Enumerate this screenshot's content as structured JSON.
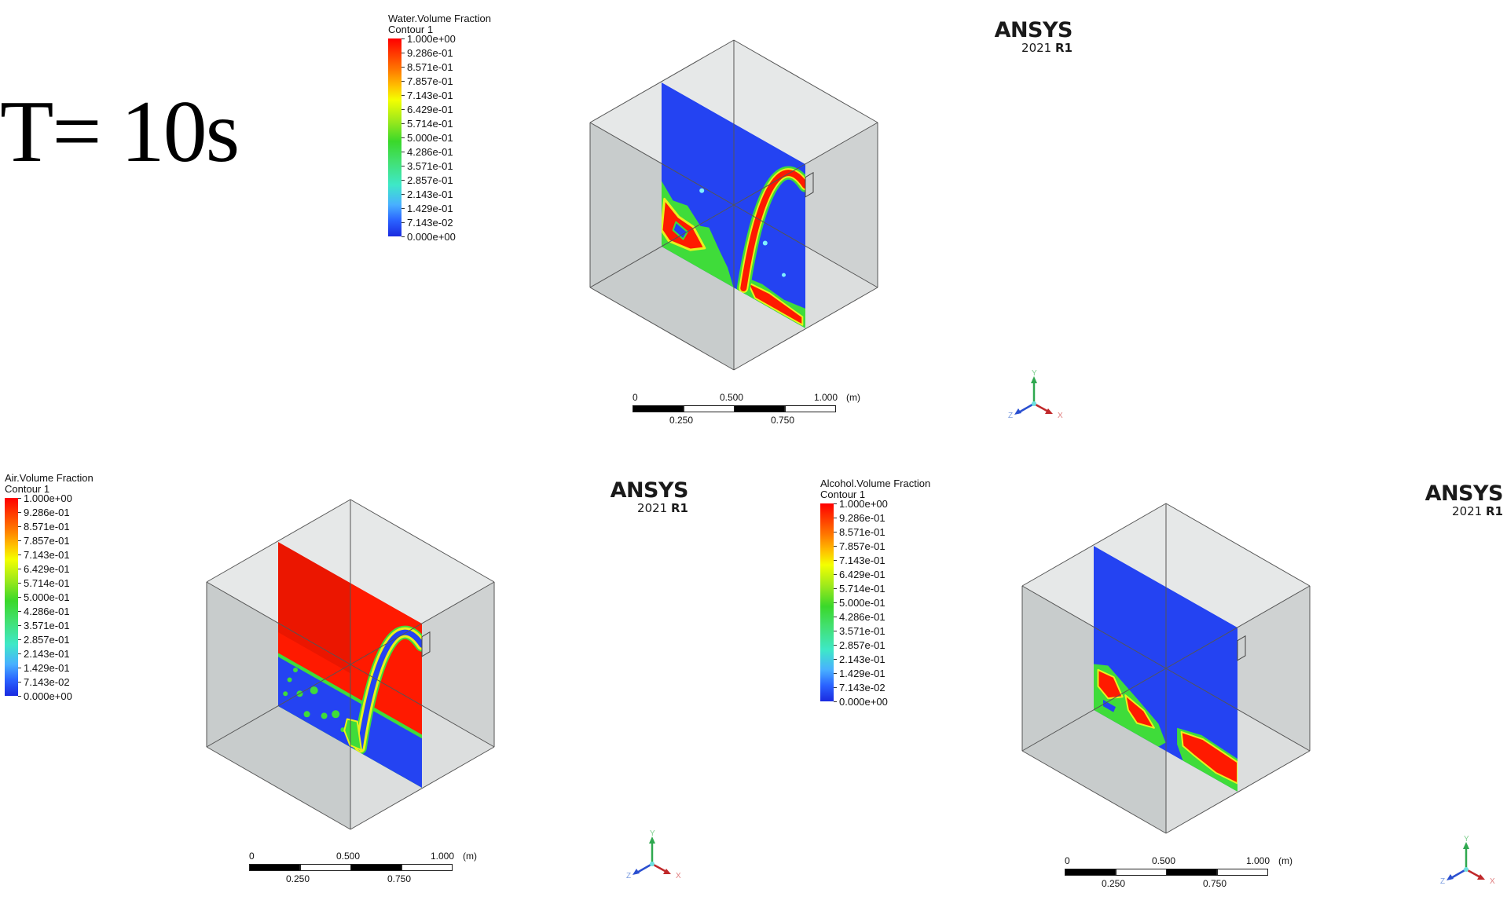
{
  "time_label": "T= 10s",
  "panels": [
    {
      "legend": {
        "title": "Water.Volume Fraction",
        "subtitle": "Contour 1"
      },
      "logo": {
        "brand": "ANSYS",
        "year": "2021",
        "release": "R1"
      }
    },
    {
      "legend": {
        "title": "Air.Volume Fraction",
        "subtitle": "Contour 1"
      },
      "logo": {
        "brand": "ANSYS",
        "year": "2021",
        "release": "R1"
      }
    },
    {
      "legend": {
        "title": "Alcohol.Volume Fraction",
        "subtitle": "Contour 1"
      },
      "logo": {
        "brand": "ANSYS",
        "year": "2021",
        "release": "R1"
      }
    }
  ],
  "legend_levels": [
    "1.000e+00",
    "9.286e-01",
    "8.571e-01",
    "7.857e-01",
    "7.143e-01",
    "6.429e-01",
    "5.714e-01",
    "5.000e-01",
    "4.286e-01",
    "3.571e-01",
    "2.857e-01",
    "2.143e-01",
    "1.429e-01",
    "7.143e-02",
    "0.000e+00"
  ],
  "scale_bar": {
    "top_labels": [
      "0",
      "0.500",
      "1.000"
    ],
    "unit": "(m)",
    "bottom_labels": [
      "0.250",
      "0.750"
    ]
  },
  "triad": {
    "y": "Y",
    "x": "X",
    "z": "Z"
  },
  "colors": {
    "blue": "#2443f2",
    "red": "#ff1a00",
    "green": "#3fdc3a",
    "yellow": "#e8f21c",
    "box_light": "#e6e8e8",
    "box_dark": "#c8cccc"
  }
}
